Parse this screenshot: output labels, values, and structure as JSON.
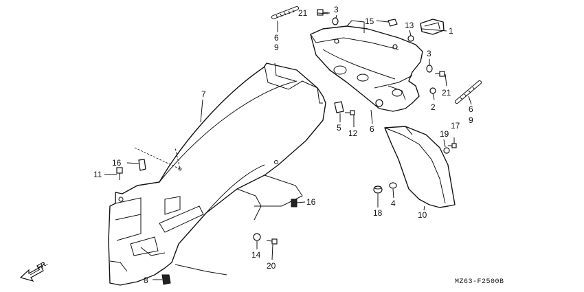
{
  "diagram_code": "MZ63-F2500B",
  "direction_label": "FR.",
  "callouts": {
    "c1": "1",
    "c2": "2",
    "c3a": "3",
    "c3b": "3",
    "c4": "4",
    "c5": "5",
    "c6a": "6",
    "c9a": "9",
    "c6b": "6",
    "c6c": "6",
    "c9b": "9",
    "c7": "7",
    "c8": "8",
    "c10": "10",
    "c11": "11",
    "c12": "12",
    "c13": "13",
    "c14": "14",
    "c15": "15",
    "c16a": "16",
    "c16b": "16",
    "c17": "17",
    "c18": "18",
    "c19": "19",
    "c20": "20",
    "c21a": "21",
    "c21b": "21"
  }
}
